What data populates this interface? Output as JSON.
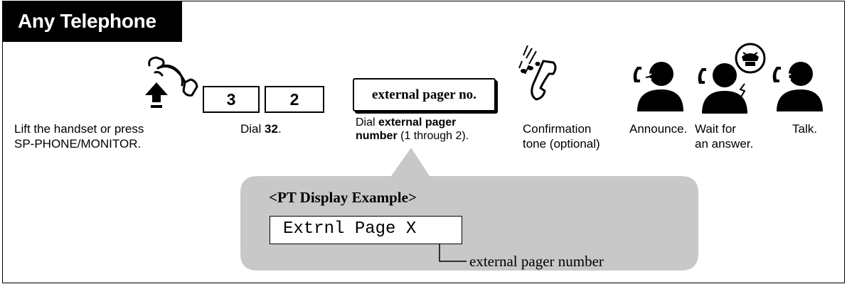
{
  "header": {
    "title": "Any Telephone"
  },
  "steps": {
    "lift": {
      "caption_line1": "Lift the handset or press",
      "caption_line2": "SP-PHONE/MONITOR."
    },
    "dial_code": {
      "digits": [
        "3",
        "2"
      ],
      "caption_prefix": "Dial ",
      "caption_bold": "32",
      "caption_suffix": "."
    },
    "pager": {
      "box_label": "external pager no.",
      "caption_prefix": "Dial ",
      "caption_bold_line1": "external pager",
      "caption_bold_line2": "number",
      "caption_suffix": " (1 through 2)."
    },
    "confirm": {
      "caption_line1": "Confirmation",
      "caption_line2": "tone (optional)"
    },
    "announce": {
      "caption": "Announce."
    },
    "wait": {
      "caption_line1": "Wait for",
      "caption_line2": "an answer."
    },
    "talk": {
      "caption": "Talk."
    }
  },
  "display_example": {
    "title": "<PT Display Example>",
    "lcd_text": "Extrnl Page X",
    "note": "external pager number"
  },
  "colors": {
    "header_bg": "#000000",
    "header_text": "#ffffff",
    "callout_bg": "#c8c8c8"
  },
  "icons": [
    "handset-lift-icon",
    "confirmation-tone-icon",
    "person-announce-icon",
    "person-wait-icon",
    "person-talk-icon"
  ]
}
